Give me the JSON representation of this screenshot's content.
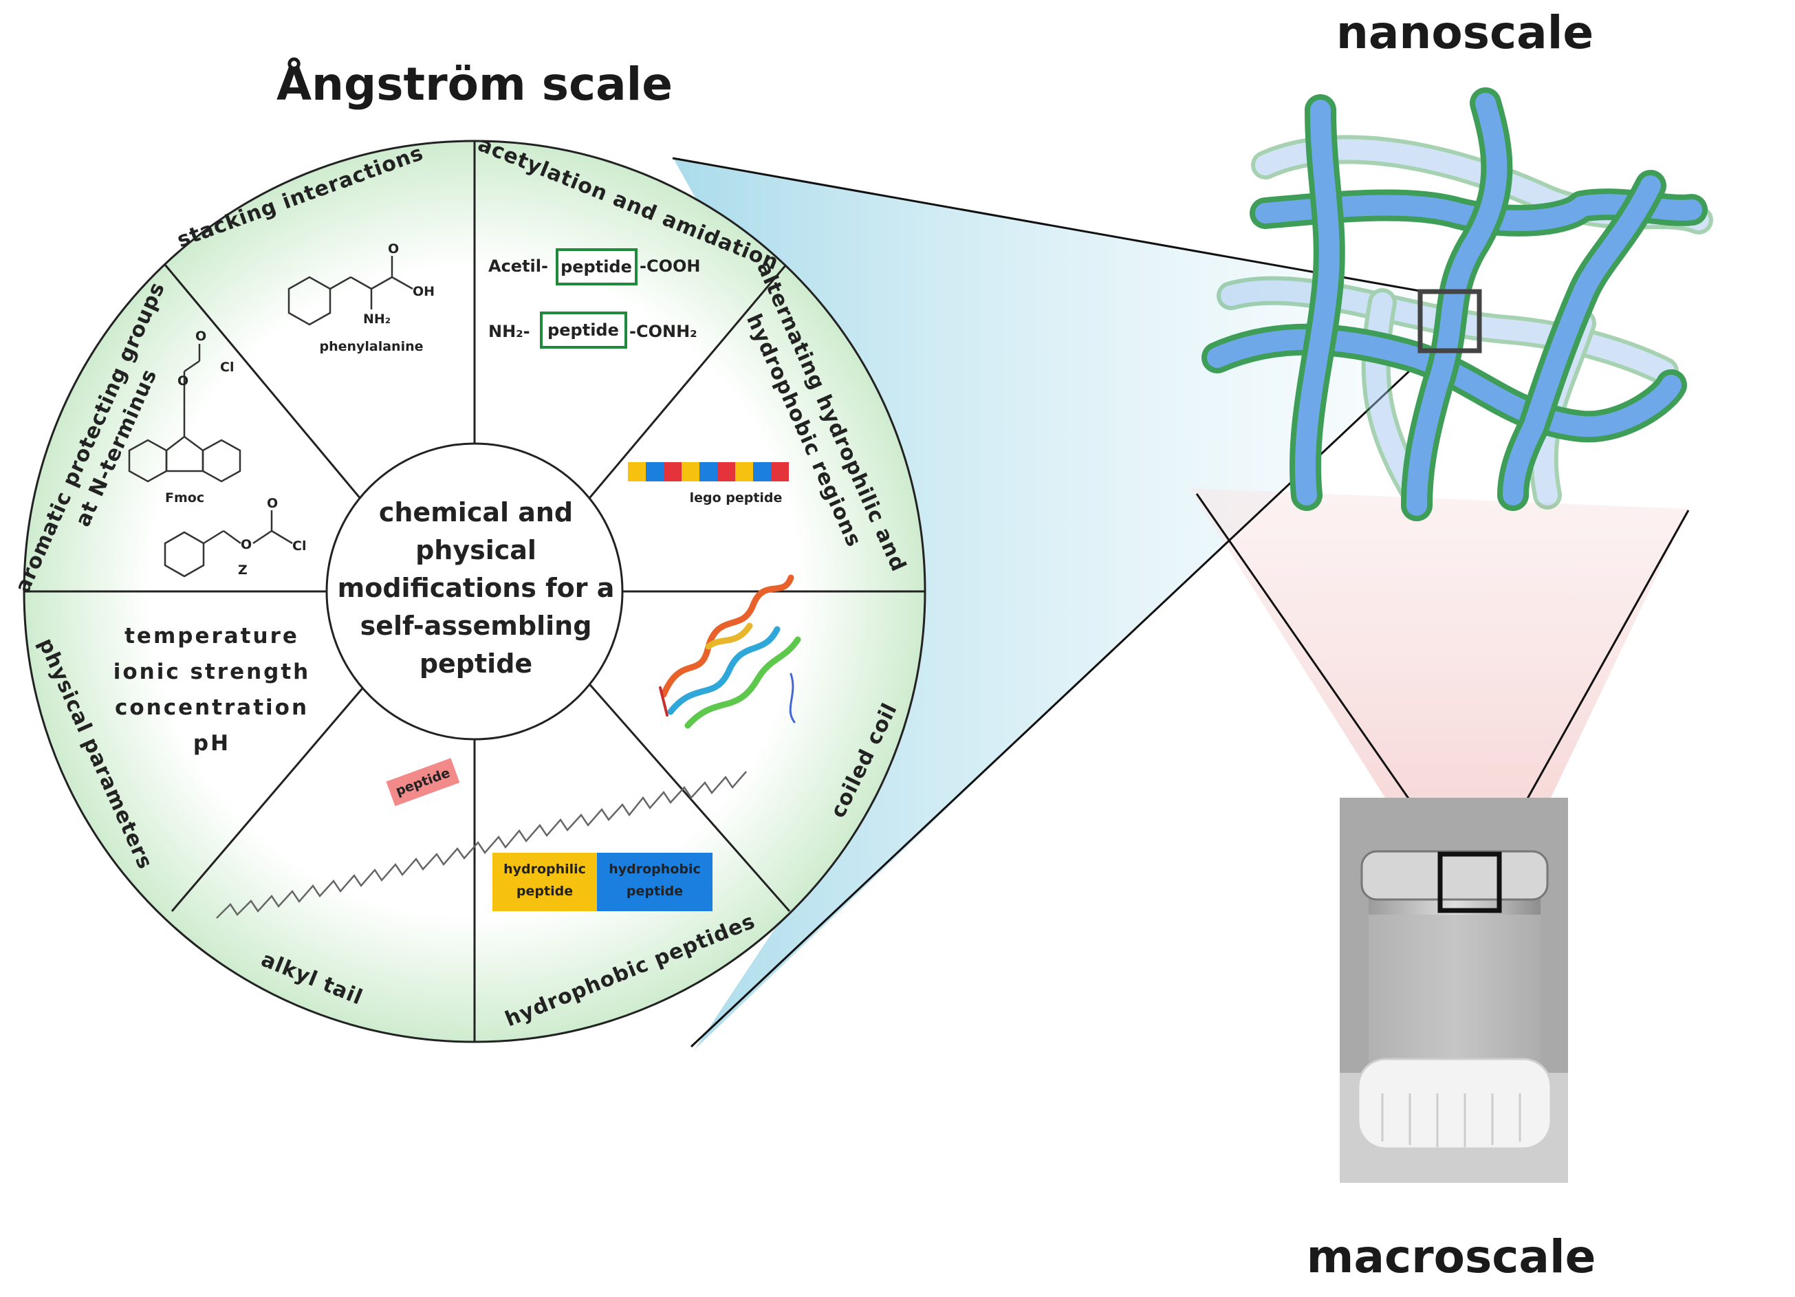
{
  "titles": {
    "angstrom": "Ångström scale",
    "nanoscale": "nanoscale",
    "macroscale": "macroscale"
  },
  "center": {
    "lines": [
      "chemical and",
      "physical",
      "modifications for a",
      "self-assembling",
      "peptide"
    ]
  },
  "segments": {
    "acetylation": "acetylation and amidation",
    "alternating_1": "alternating hydrophilic and",
    "alternating_2": "hydrophobic regions",
    "coiled": "coiled coil",
    "hydrophobic": "hydrophobic peptides",
    "alkyl": "alkyl tail",
    "physical": "physical parameters",
    "aromatic_1": "aromatic protecting groups",
    "aromatic_2": "at N-terminus",
    "stacking": "stacking interactions"
  },
  "labels": {
    "phenylalanine": "phenylalanine",
    "nh2": "NH₂",
    "oh": "OH",
    "o": "O",
    "cl": "Cl",
    "fmoc": "Fmoc",
    "z": "Z",
    "acetil": "Acetil-",
    "cooh": "-COOH",
    "nh2_prefix": "NH₂-",
    "conh2": "-CONH₂",
    "peptide": "peptide",
    "lego": "lego peptide",
    "hydrophilic_1": "hydrophilic",
    "hydrophilic_2": "peptide",
    "hydrophobic_1": "hydrophobic",
    "hydrophobic_2": "peptide",
    "alkyl_peptide": "peptide"
  },
  "physical_parameters": [
    "temperature",
    "ionic strength",
    "concentration",
    "pH"
  ],
  "lego_colors": [
    "#f6c20f",
    "#1b7fe0",
    "#e5333b",
    "#f6c20f",
    "#1b7fe0",
    "#e5333b",
    "#f6c20f",
    "#1b7fe0",
    "#e5333b"
  ],
  "colors": {
    "wheel_edge": "#d9f3d9",
    "box_green": "#1e8a3a",
    "hydrophilic": "#f6c20f",
    "hydrophobic": "#1b7fe0",
    "alkyl_peptide": "#f28a8a",
    "fiber_fill": "#6fa8e8",
    "fiber_stroke": "#3e9d57"
  }
}
